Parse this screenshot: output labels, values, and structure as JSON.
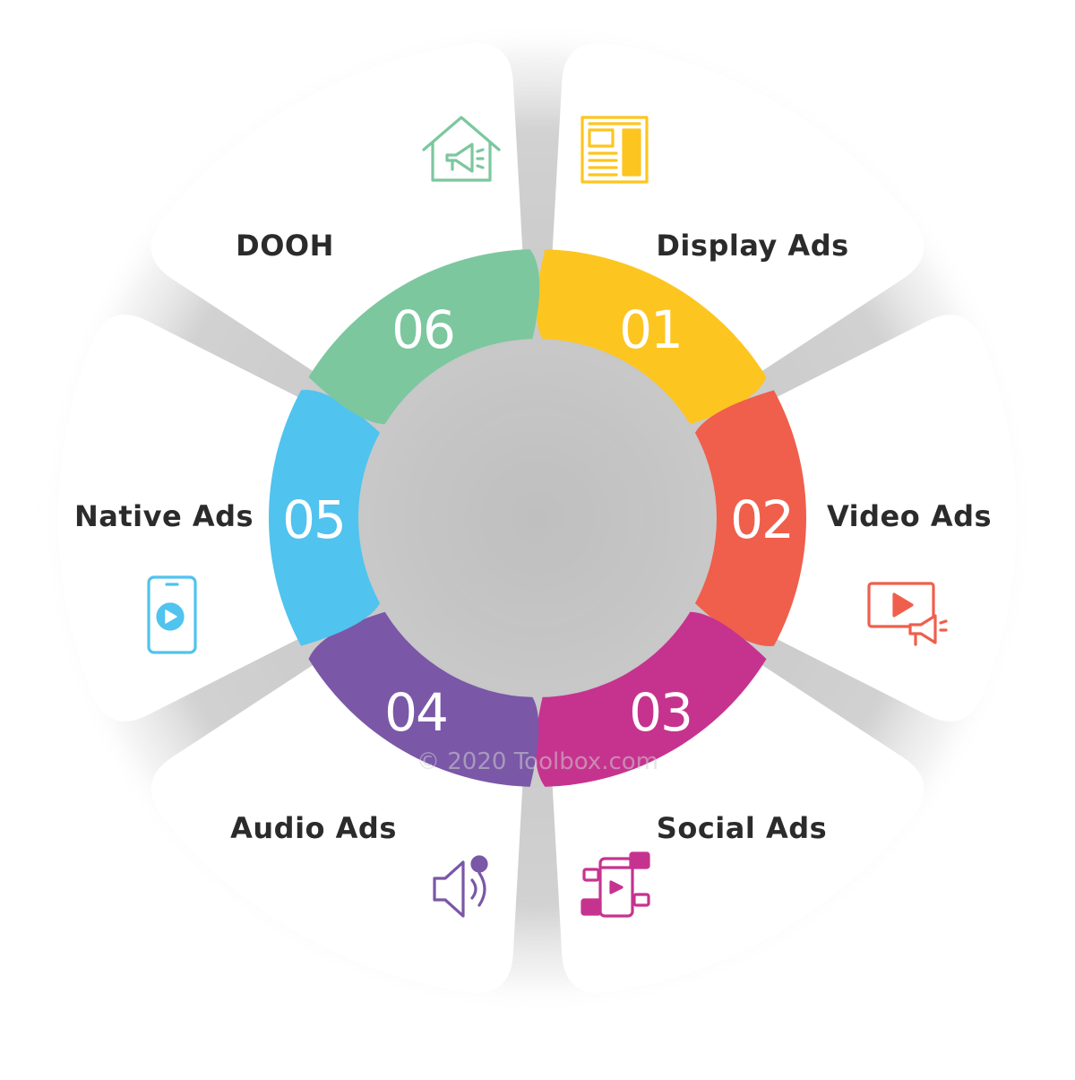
{
  "segments": [
    {
      "number": "01",
      "label": "Display Ads",
      "color": "#FDC51F",
      "icon": "newspaper-icon"
    },
    {
      "number": "02",
      "label": "Video Ads",
      "color": "#EF5F4C",
      "icon": "video-megaphone-icon"
    },
    {
      "number": "03",
      "label": "Social Ads",
      "color": "#C6338F",
      "icon": "social-media-phone-icon"
    },
    {
      "number": "04",
      "label": "Audio Ads",
      "color": "#7A57A7",
      "icon": "speaker-icon"
    },
    {
      "number": "05",
      "label": "Native Ads",
      "color": "#50C3EF",
      "icon": "mobile-play-icon"
    },
    {
      "number": "06",
      "label": "DOOH",
      "color": "#7CC79E",
      "icon": "house-megaphone-icon"
    }
  ],
  "watermark": "© 2020 Toolbox.com",
  "colors": {
    "background": "#ffffff",
    "card": "#ffffff",
    "gap": "#c9c9c9",
    "text": "#2b2b2b"
  }
}
